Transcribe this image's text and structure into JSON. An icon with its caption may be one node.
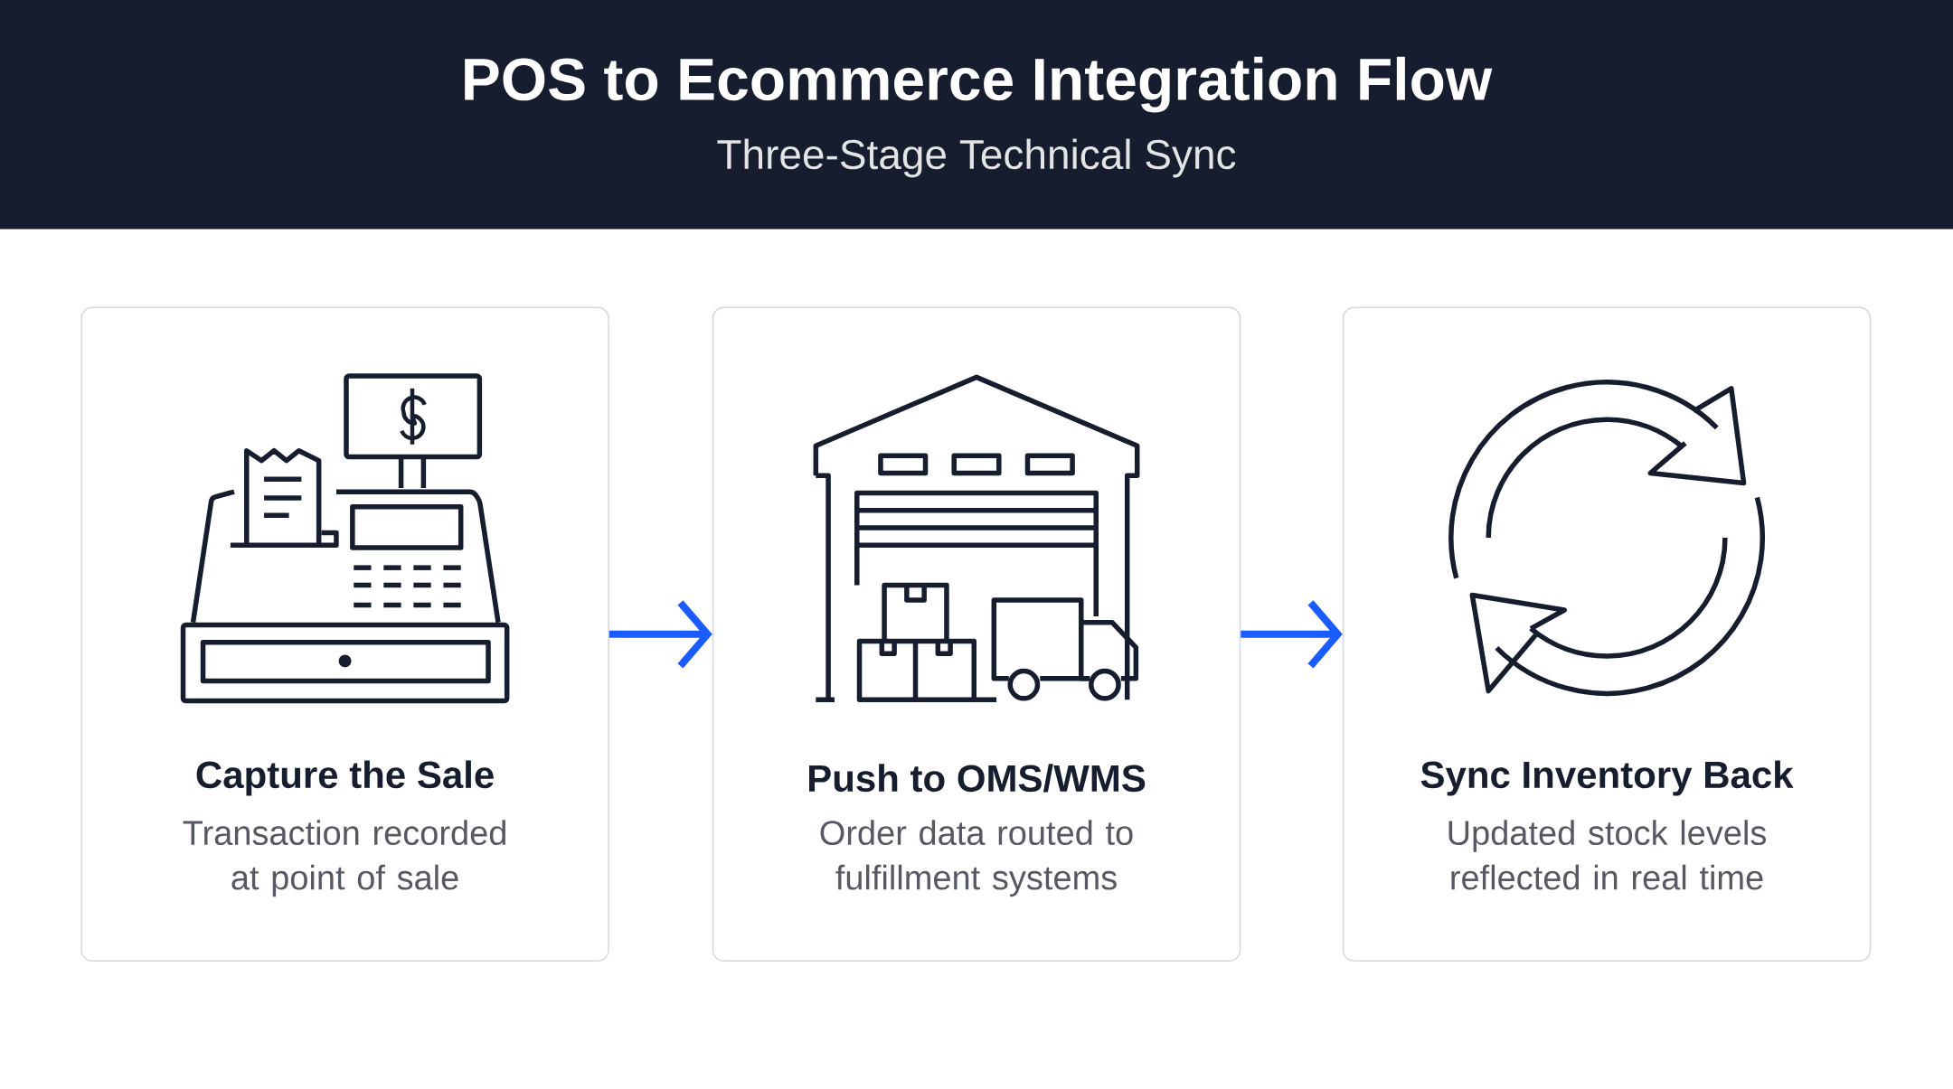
{
  "diagram": {
    "title": "POS to Ecommerce Integration Flow",
    "nodes": [
      {
        "text": [
          "Capture the Sale",
          "Transaction recorded at point of sale"
        ]
      },
      {
        "text": [
          "Push to OMS/WMS",
          "Order data routed to fulfillment systems"
        ]
      },
      {
        "text": [
          "Sync Inventory Back",
          "Updated stock levels reflected in real time"
        ]
      }
    ],
    "edges": [
      {
        "from": 0,
        "to": 1,
        "arrow": "to"
      },
      {
        "from": 1,
        "to": 2,
        "arrow": "to"
      }
    ],
    "labels": [
      "Three-Stage Technical Sync"
    ]
  }
}
